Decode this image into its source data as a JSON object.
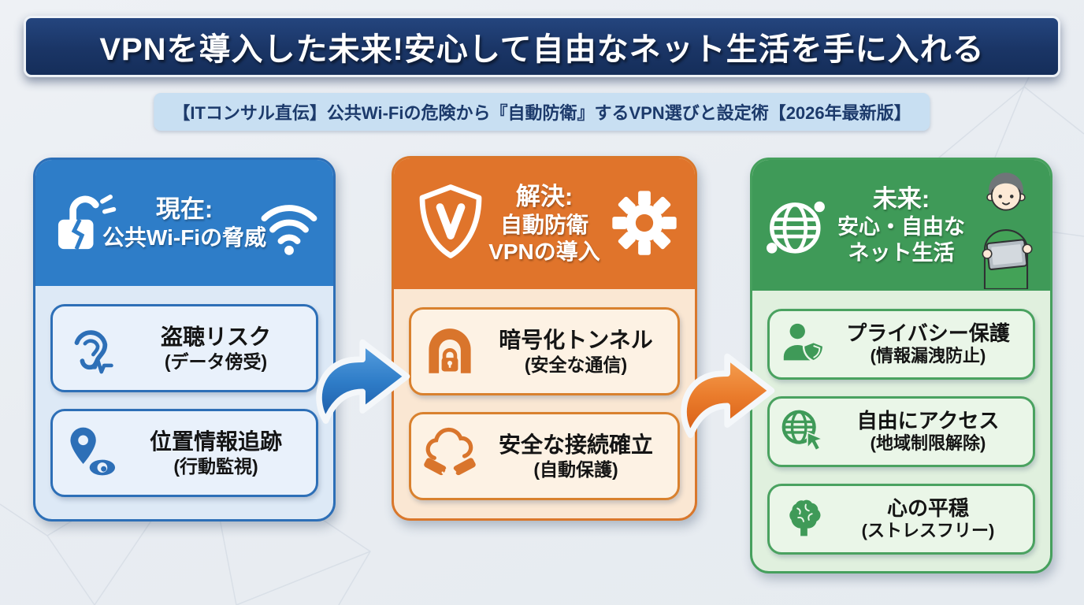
{
  "banner": {
    "title": "VPNを導入した未来!安心して自由なネット生活を手に入れる"
  },
  "subtitle": {
    "text": "【ITコンサル直伝】公共Wi-Fiの危険から『自動防衛』するVPN選びと設定術【2026年最新版】"
  },
  "columns": [
    {
      "name": "current",
      "accent_color": "#2e7dc8",
      "border_color": "#2d6fb7",
      "body_color": "#dde9f6",
      "header_icon_left": "broken-lock-icon",
      "header_icon_right": "wifi-icon",
      "header_lines": [
        "現在:",
        "公共Wi-Fiの脅威"
      ],
      "items": [
        {
          "icon": "ear-wiretap-icon",
          "title": "盗聴リスク",
          "subtitle": "(データ傍受)"
        },
        {
          "icon": "location-tracking-icon",
          "title": "位置情報追跡",
          "subtitle": "(行動監視)"
        }
      ]
    },
    {
      "name": "solution",
      "accent_color": "#e0742b",
      "border_color": "#d9772b",
      "body_color": "#fae7d3",
      "header_icon_left": "vpn-shield-icon",
      "header_icon_right": "gear-icon",
      "header_lines": [
        "解決:",
        "自動防衛",
        "VPNの導入"
      ],
      "items": [
        {
          "icon": "encrypted-tunnel-icon",
          "title": "暗号化トンネル",
          "subtitle": "(安全な通信)"
        },
        {
          "icon": "secure-handshake-icon",
          "title": "安全な接続確立",
          "subtitle": "(自動保護)"
        }
      ]
    },
    {
      "name": "future",
      "accent_color": "#3f9a58",
      "border_color": "#46a05d",
      "body_color": "#e0f0de",
      "header_icon_left": "globe-icon",
      "header_icon_right": "person-tablet-illustration",
      "header_lines": [
        "未来:",
        "安心・自由な",
        "ネット生活"
      ],
      "items": [
        {
          "icon": "privacy-shield-icon",
          "title": "プライバシー保護",
          "subtitle": "(情報漏洩防止)"
        },
        {
          "icon": "free-access-icon",
          "title": "自由にアクセス",
          "subtitle": "(地域制限解除)"
        },
        {
          "icon": "peace-of-mind-icon",
          "title": "心の平穏",
          "subtitle": "(ストレスフリー)"
        }
      ]
    }
  ],
  "arrows": [
    {
      "from": "current",
      "to": "solution",
      "color": "#2e7dc8"
    },
    {
      "from": "solution",
      "to": "future",
      "color": "#e8762c"
    }
  ]
}
